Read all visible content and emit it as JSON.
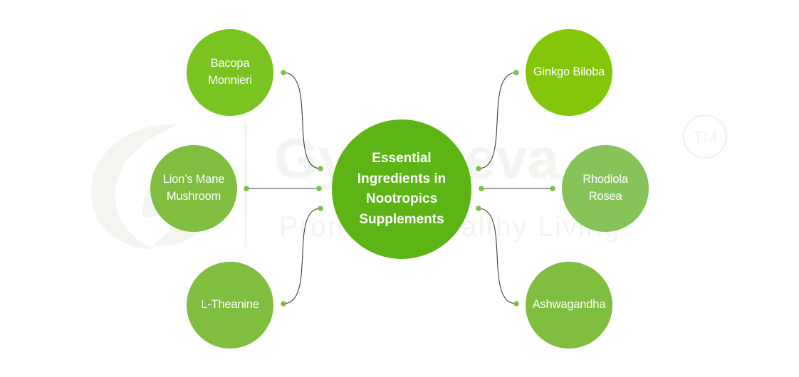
{
  "watermark": {
    "brand": "Gyanjeeva",
    "tagline": "Promotes Healthy Living",
    "mark": "TM",
    "color": "#f3f5f0"
  },
  "center": {
    "label": "Essential Ingredients in Nootropics Supplements",
    "color": "#5cb514"
  },
  "connector_color": "#3c3c3c",
  "dot_color": "#7bc142",
  "left_items": [
    {
      "label": "Bacopa Monnieri",
      "color": "#79c421",
      "icon": "bacopa-node"
    },
    {
      "label": "Lion’s Mane Mushroom",
      "color": "#7fbe3f",
      "icon": "lions-mane-node"
    },
    {
      "label": "L-Theanine",
      "color": "#7fbe3f",
      "icon": "l-theanine-node"
    }
  ],
  "right_items": [
    {
      "label": "Ginkgo Biloba",
      "color": "#84c70a",
      "icon": "ginkgo-node"
    },
    {
      "label": "Rhodiola Rosea",
      "color": "#86c45a",
      "icon": "rhodiola-node"
    },
    {
      "label": "Ashwagandha",
      "color": "#7fbe3f",
      "icon": "ashwagandha-node"
    }
  ]
}
